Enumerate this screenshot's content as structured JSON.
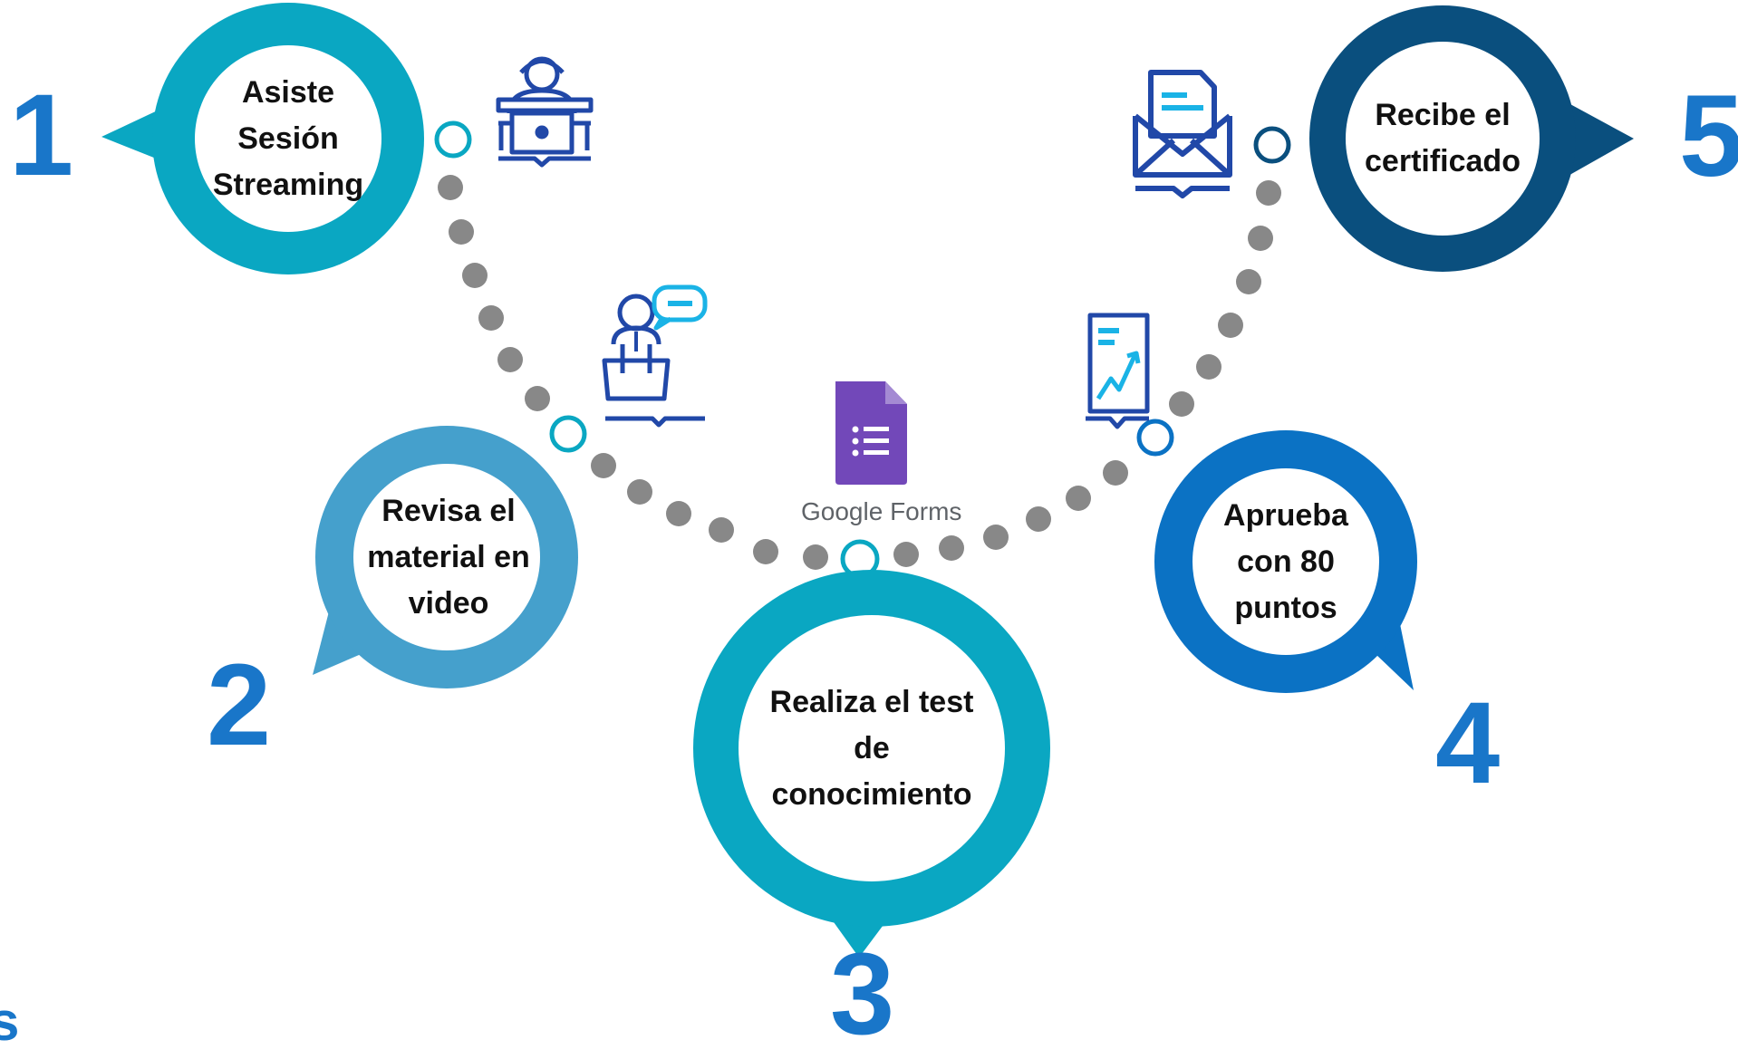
{
  "steps": [
    {
      "number": "1",
      "text": "Asiste Sesión Streaming",
      "color": "#0aa7c2"
    },
    {
      "number": "2",
      "text": "Revisa el material en video",
      "color": "#45a0cc"
    },
    {
      "number": "3",
      "text": "Realiza el test de conocimiento",
      "color": "#0aa7c2"
    },
    {
      "number": "4",
      "text": "Aprueba con 80 puntos",
      "color": "#0b72c4"
    },
    {
      "number": "5",
      "text": "Recibe el certificado",
      "color": "#0a4f7e"
    }
  ],
  "google_forms": {
    "label_google": "Google",
    "label_forms": " Forms",
    "color": "#7248b9"
  },
  "number_color": "#1976c9",
  "dot_color": "#888888",
  "icons": [
    "streaming-session-icon",
    "presenter-icon",
    "google-forms-icon",
    "report-chart-icon",
    "certificate-envelope-icon"
  ],
  "stray_mark": "s"
}
